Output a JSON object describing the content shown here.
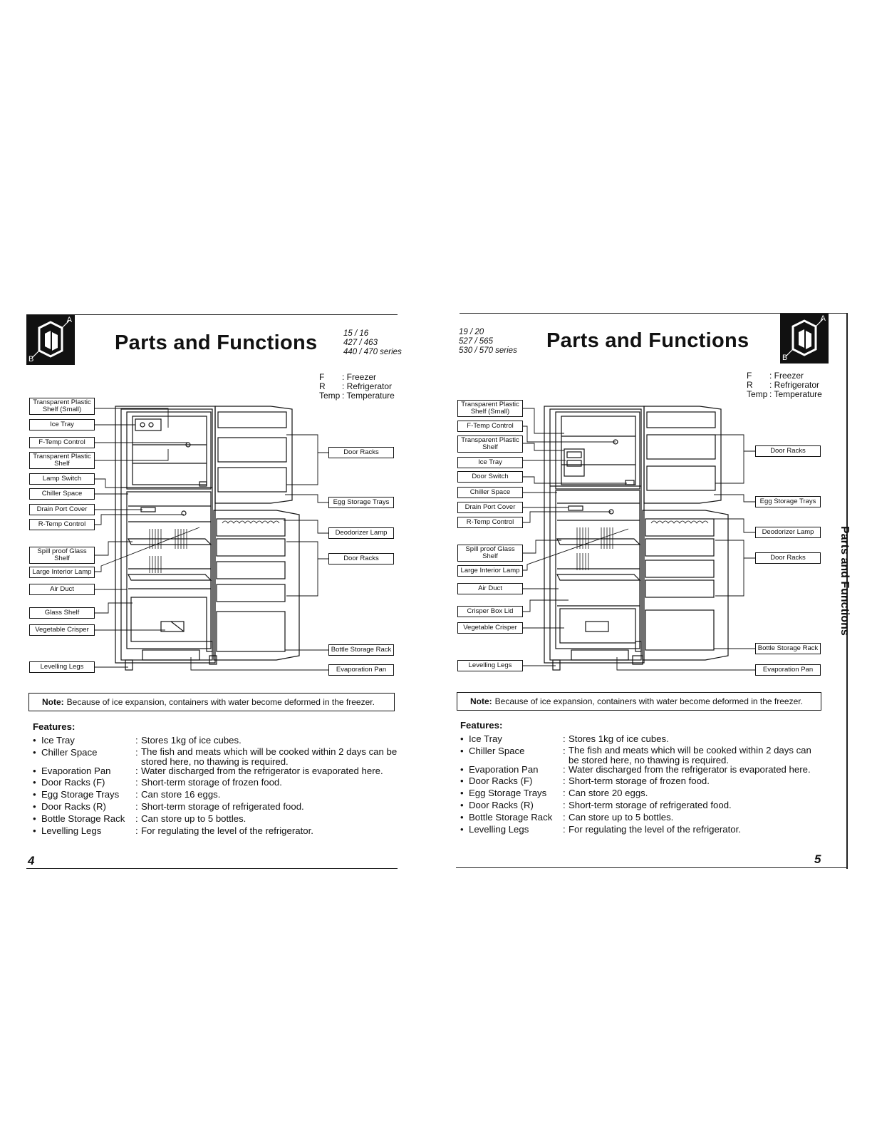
{
  "left": {
    "title": "Parts and Functions",
    "series": [
      "15 / 16",
      "427 / 463",
      "440 / 470 series"
    ],
    "legend": [
      {
        "key": "F",
        "value": ": Freezer"
      },
      {
        "key": "R",
        "value": ": Refrigerator"
      },
      {
        "key": "Temp",
        "value": ": Temperature"
      }
    ],
    "callouts_left": [
      "Transparent Plastic Shelf (Small)",
      "Ice Tray",
      "F-Temp Control",
      "Transparent Plastic Shelf",
      "Lamp Switch",
      "Chiller Space",
      "Drain Port Cover",
      "R-Temp Control",
      "Spill proof Glass Shelf",
      "Large Interior Lamp",
      "Air Duct",
      "Glass Shelf",
      "Vegetable Crisper",
      "Levelling Legs"
    ],
    "callouts_right": [
      "Door Racks",
      "Egg Storage Trays",
      "Deodorizer Lamp",
      "Door Racks",
      "Bottle Storage Rack",
      "Evaporation Pan"
    ],
    "note_label": "Note:",
    "note_text": "Because of ice expansion, containers with water become deformed in the freezer.",
    "features_title": "Features:",
    "features": [
      {
        "name": "Ice Tray",
        "desc": "Stores 1kg of ice cubes."
      },
      {
        "name": "Chiller Space",
        "desc": "The fish and meats which will be cooked within 2 days can be stored here, no thawing is required."
      },
      {
        "name": "Evaporation Pan",
        "desc": "Water discharged from the refrigerator is evaporated here."
      },
      {
        "name": "Door Racks (F)",
        "desc": "Short-term storage of frozen food."
      },
      {
        "name": "Egg Storage Trays",
        "desc": "Can store 16 eggs."
      },
      {
        "name": "Door Racks (R)",
        "desc": "Short-term storage of refrigerated food."
      },
      {
        "name": "Bottle Storage Rack",
        "desc": "Can store up to 5 bottles."
      },
      {
        "name": "Levelling Legs",
        "desc": "For regulating the level of the refrigerator."
      }
    ],
    "page_number": "4"
  },
  "right": {
    "title": "Parts and Functions",
    "series": [
      "19 / 20",
      "527 / 565",
      "530 / 570 series"
    ],
    "legend": [
      {
        "key": "F",
        "value": ": Freezer"
      },
      {
        "key": "R",
        "value": ": Refrigerator"
      },
      {
        "key": "Temp",
        "value": ": Temperature"
      }
    ],
    "callouts_left": [
      "Transparent Plastic Shelf (Small)",
      "F-Temp Control",
      "Transparent Plastic Shelf",
      "Ice Tray",
      "Door Switch",
      "Chiller Space",
      "Drain Port Cover",
      "R-Temp Control",
      "Spill proof Glass Shelf",
      "Large Interior Lamp",
      "Air Duct",
      "Crisper Box Lid",
      "Vegetable Crisper",
      "Levelling Legs"
    ],
    "callouts_right": [
      "Door Racks",
      "Egg Storage Trays",
      "Deodorizer Lamp",
      "Door Racks",
      "Bottle Storage Rack",
      "Evaporation Pan"
    ],
    "note_label": "Note:",
    "note_text": "Because of ice expansion, containers with water become deformed in the freezer.",
    "features_title": "Features:",
    "features": [
      {
        "name": "Ice Tray",
        "desc": "Stores 1kg of ice cubes."
      },
      {
        "name": "Chiller Space",
        "desc": "The fish and meats which will be cooked within 2 days can be stored here, no thawing is required."
      },
      {
        "name": "Evaporation Pan",
        "desc": "Water discharged from the refrigerator is evaporated here."
      },
      {
        "name": "Door Racks (F)",
        "desc": "Short-term storage of frozen food."
      },
      {
        "name": "Egg Storage Trays",
        "desc": "Can store 20 eggs."
      },
      {
        "name": "Door Racks (R)",
        "desc": "Short-term storage of refrigerated food."
      },
      {
        "name": "Bottle Storage Rack",
        "desc": "Can store up to 5 bottles."
      },
      {
        "name": "Levelling Legs",
        "desc": "For regulating the level of the refrigerator."
      }
    ],
    "page_number": "5",
    "side_tab": "Parts and Functions"
  },
  "logo": {
    "label_a": "A",
    "label_b": "B",
    "icon": "cube-logo-icon"
  }
}
